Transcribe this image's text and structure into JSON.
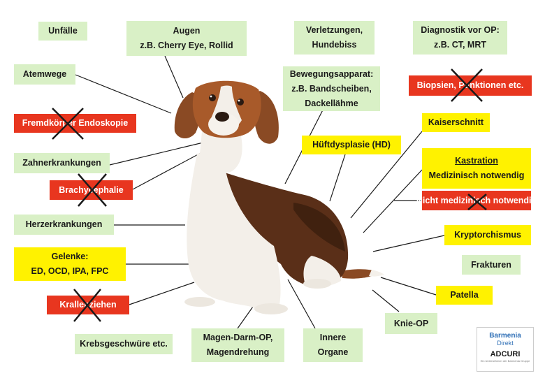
{
  "labels": {
    "unfaelle": "Unfälle",
    "augen_1": "Augen",
    "augen_2": "z.B. Cherry Eye, Rollid",
    "verletzungen_1": "Verletzungen,",
    "verletzungen_2": "Hundebiss",
    "diagnostik_1": "Diagnostik vor OP:",
    "diagnostik_2": "z.B. CT, MRT",
    "atemwege": "Atemwege",
    "bewegung_1": "Bewegungsapparat:",
    "bewegung_2": "z.B. Bandscheiben,",
    "bewegung_3": "Dackellähme",
    "biopsien": "Biopsien, Punktionen etc.",
    "fremdkoerper": "Fremdkörper Endoskopie",
    "kaiserschnitt": "Kaiserschnitt",
    "hueftdysplasie": "Hüftdysplasie (HD)",
    "zahnerkrankungen": "Zahnerkrankungen",
    "kastration": "Kastration",
    "medizinisch": "Medizinisch notwendig",
    "brachycephalie": "Brachycephalie",
    "nicht_medizinisch": "Nicht medizinisch notwendig",
    "herzerkrankungen": "Herzerkrankungen",
    "kryptorchismus": "Kryptorchismus",
    "gelenke_1": "Gelenke:",
    "gelenke_2": "ED, OCD, IPA, FPC",
    "frakturen": "Frakturen",
    "krallenziehen": "Krallenziehen",
    "patella": "Patella",
    "knie_op": "Knie-OP",
    "krebsgeschwuere": "Krebsgeschwüre etc.",
    "magen_1": "Magen-Darm-OP,",
    "magen_2": "Magendrehung",
    "organe_1": "Innere",
    "organe_2": "Organe"
  },
  "logo": {
    "line1": "Barmenia",
    "line2": "Direkt",
    "line3": "ADCURI",
    "tagline": "Ein Unternehmen der Barmenia Gruppe"
  },
  "colors": {
    "green": "#d9f0c6",
    "yellow": "#fff200",
    "red": "#e8361f",
    "cross": "#1a1a1a"
  }
}
